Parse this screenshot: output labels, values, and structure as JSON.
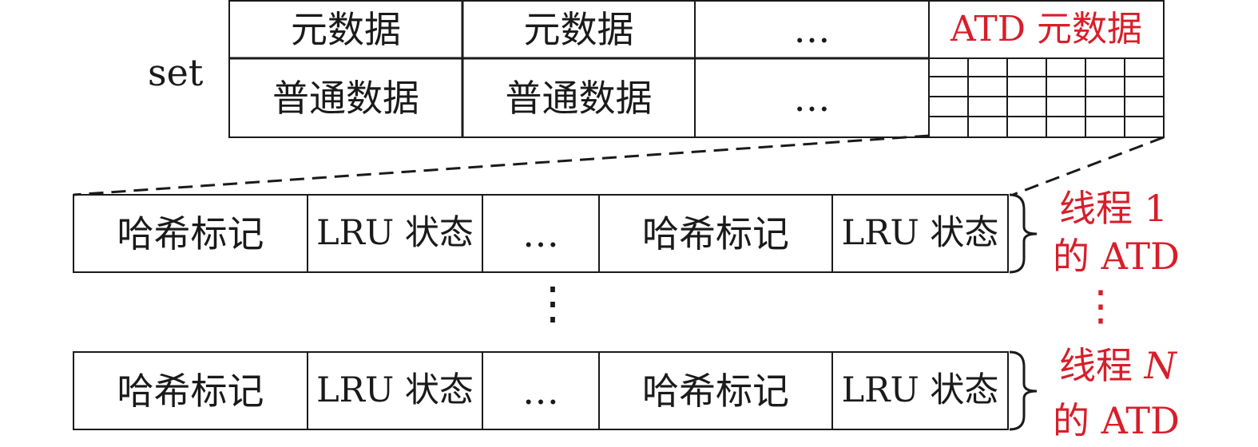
{
  "set_label": "set",
  "top_table": {
    "row1": [
      "元数据",
      "元数据",
      "…",
      "ATD 元数据"
    ],
    "row2": [
      "普通数据",
      "普通数据",
      "…"
    ]
  },
  "atd_row_cells": [
    "哈希标记",
    "LRU 状态",
    "…",
    "哈希标记",
    "LRU 状态"
  ],
  "thread_first": {
    "line1": "线程 1",
    "line2": "的 ATD"
  },
  "thread_last": {
    "line1_prefix": "线程 ",
    "line1_var": "N",
    "line2": "的 ATD"
  },
  "vertical_ellipsis": "⋮",
  "colors": {
    "text": "#1a1a1a",
    "accent_red": "#d81e2a",
    "line": "#1a1a1a"
  }
}
